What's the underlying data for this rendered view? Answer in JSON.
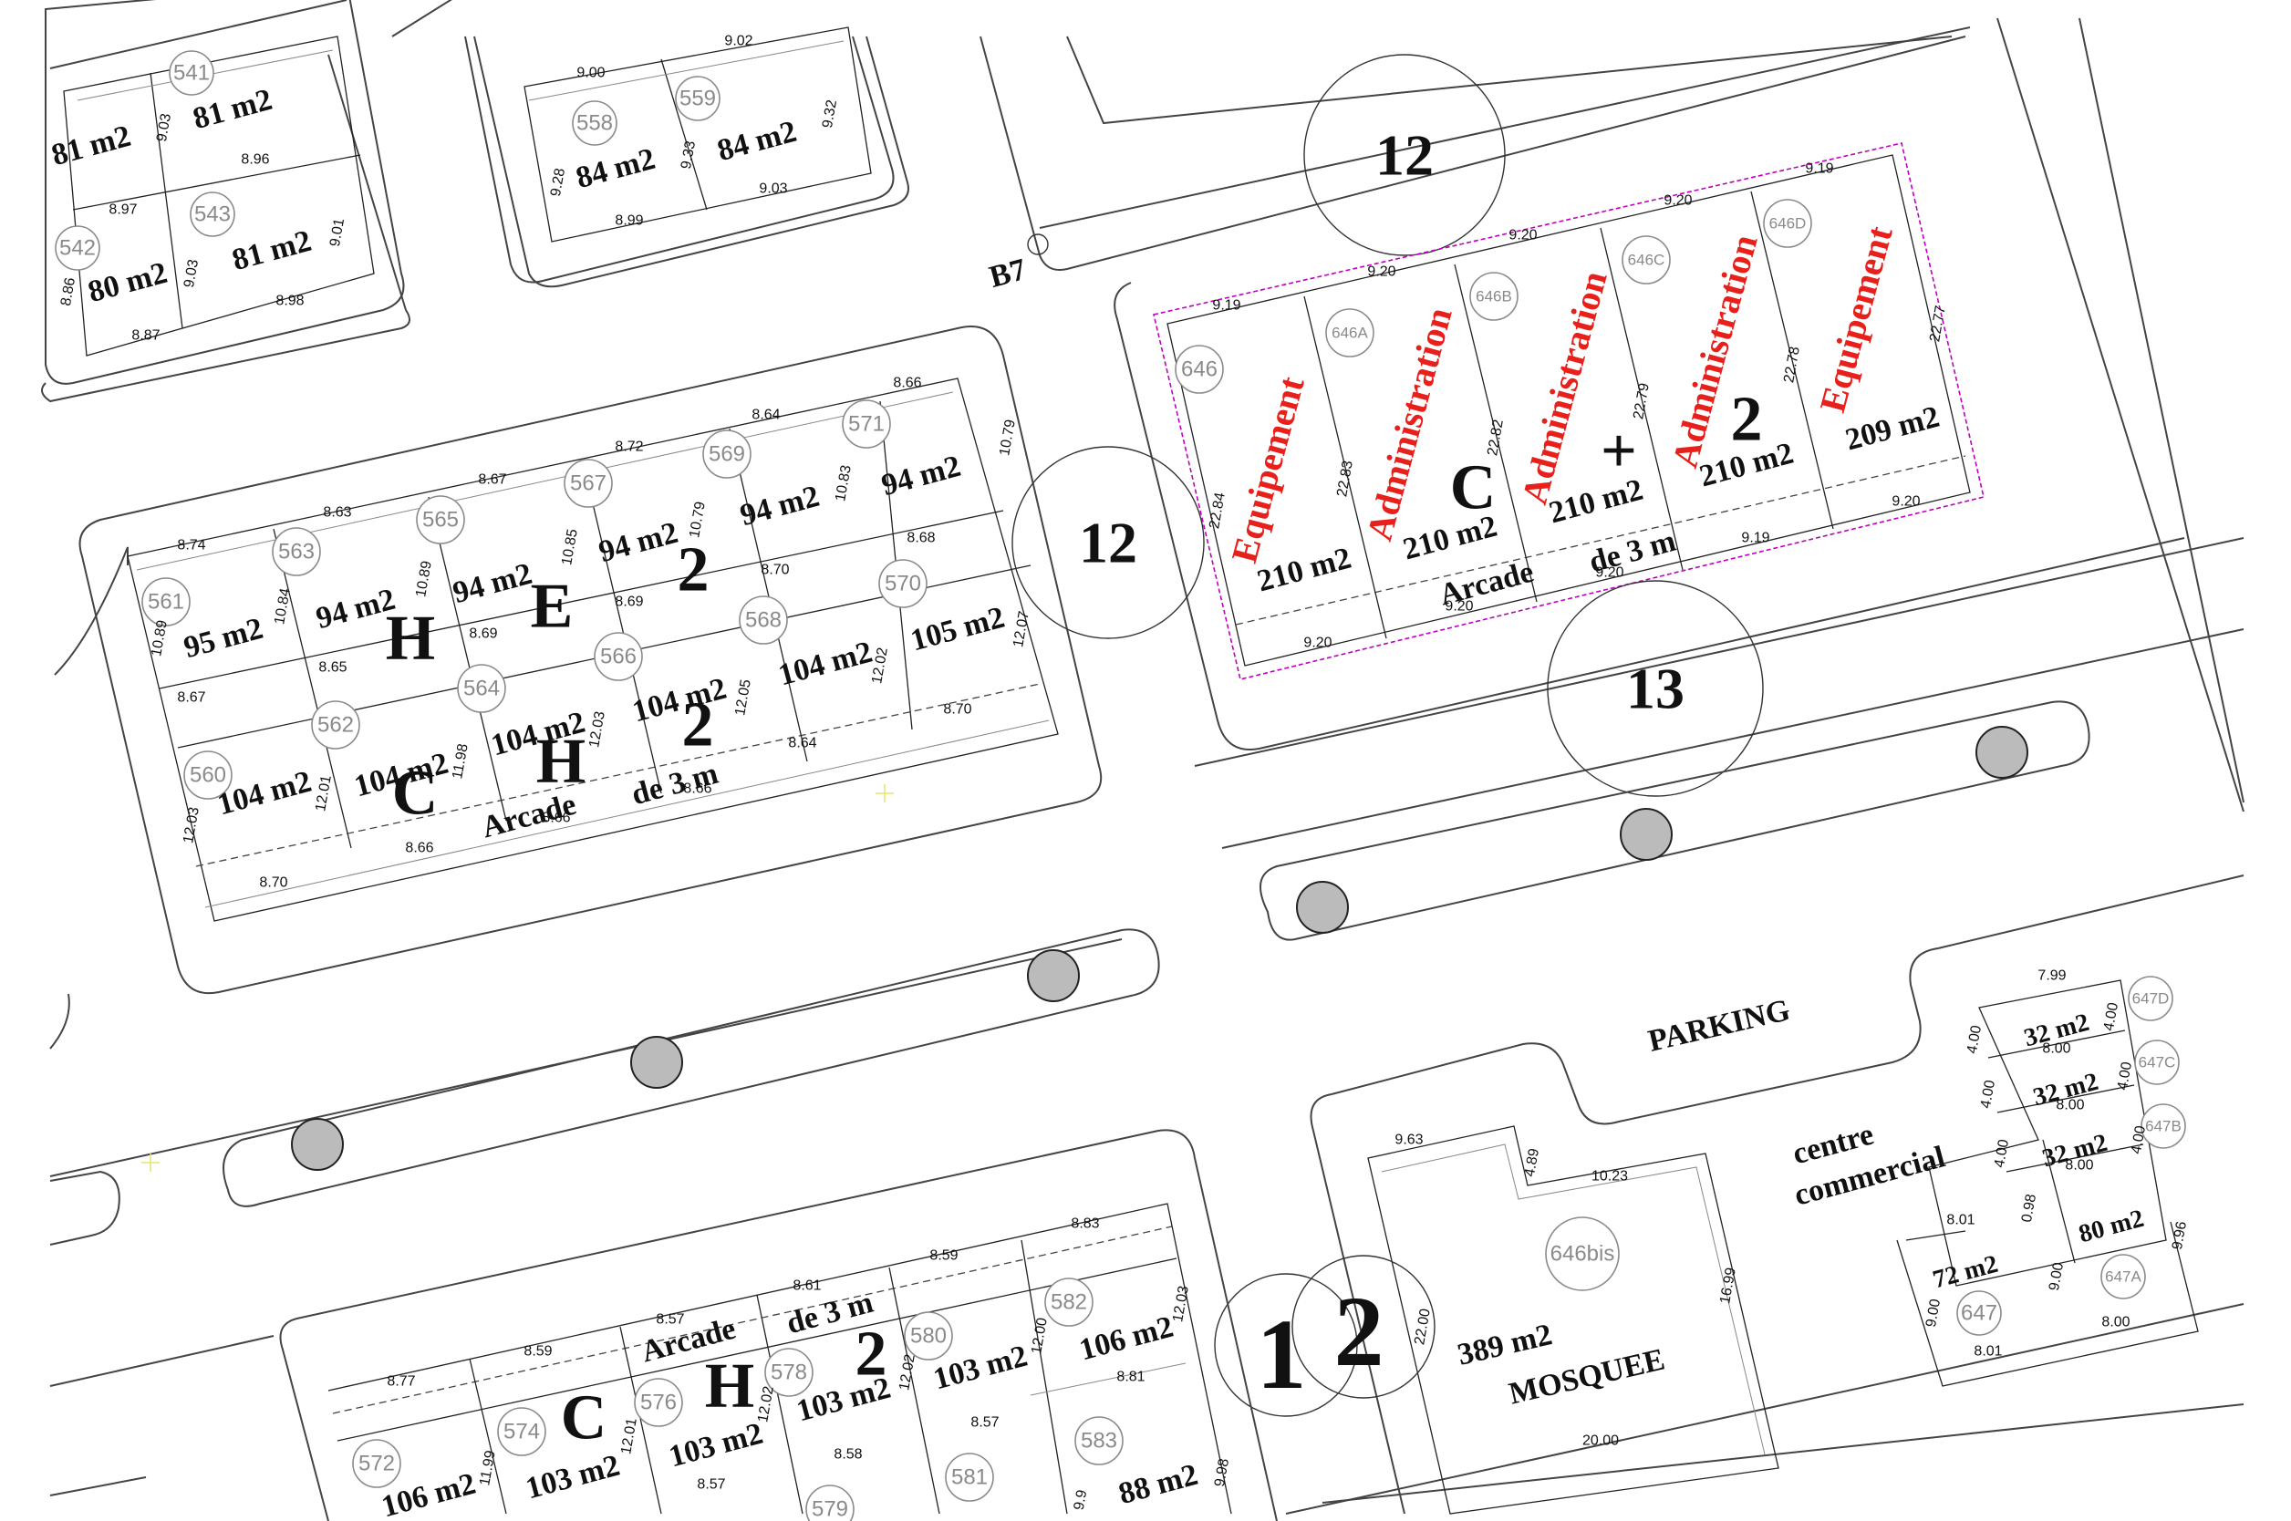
{
  "roads": {
    "r12_top": "12",
    "r12_mid": "12",
    "r13": "13",
    "r1": "1",
    "r2": "2",
    "b7": "B7"
  },
  "labels": {
    "parking": "PARKING",
    "mosquee": "MOSQUEE",
    "centre": "centre",
    "commercial": "commercial",
    "arcade_left": "Arcade",
    "de3m_left": "de 3 m",
    "arcade_right": "Arcade",
    "de3m_right": "de 3 m",
    "arcade_bottom": "Arcade",
    "de3m_bottom": "de 3 m"
  },
  "zoning": {
    "hec2_h1": "H",
    "hec2_e": "E",
    "hec2_2a": "2",
    "hec2_c": "C",
    "hec2_h2": "H",
    "hec2_2b": "2",
    "c2_c": "C",
    "c2_plus": "+",
    "c2_2": "2",
    "bot_c": "C",
    "bot_h": "H",
    "bot_2": "2"
  },
  "top_left_block": [
    {
      "id": "541",
      "area": "81 m2"
    },
    {
      "id": "",
      "area": "81 m2"
    },
    {
      "id": "542",
      "area": "80 m2"
    },
    {
      "id": "543",
      "area": "81 m2"
    }
  ],
  "top_left_dims": [
    "9.03",
    "8.96",
    "8.97",
    "9.03",
    "8.86",
    "8.98",
    "8.87",
    "9.01"
  ],
  "top_mid_block": [
    {
      "id": "558",
      "area": "84 m2"
    },
    {
      "id": "559",
      "area": "84 m2"
    }
  ],
  "top_mid_dims": [
    "9.00",
    "9.02",
    "9.28",
    "9.33",
    "9.32",
    "8.99",
    "9.03"
  ],
  "left_block_upper": [
    {
      "id": "561",
      "area": "95 m2"
    },
    {
      "id": "563",
      "area": "94 m2"
    },
    {
      "id": "565",
      "area": "94 m2"
    },
    {
      "id": "567",
      "area": "94 m2"
    },
    {
      "id": "569",
      "area": "94 m2"
    },
    {
      "id": "571",
      "area": "94 m2"
    }
  ],
  "left_block_lower": [
    {
      "id": "560",
      "area": "104 m2"
    },
    {
      "id": "562",
      "area": "104 m2"
    },
    {
      "id": "564",
      "area": "104 m2"
    },
    {
      "id": "566",
      "area": "104 m2"
    },
    {
      "id": "568",
      "area": "104 m2"
    },
    {
      "id": "570",
      "area": "105 m2"
    }
  ],
  "left_block_dims": [
    "8.74",
    "8.63",
    "8.67",
    "8.72",
    "8.64",
    "8.66",
    "10.79",
    "10.89",
    "10.84",
    "10.89",
    "10.85",
    "10.79",
    "10.83",
    "8.67",
    "8.65",
    "8.69",
    "8.69",
    "8.70",
    "8.68",
    "12.07",
    "12.03",
    "12.01",
    "11.98",
    "12.03",
    "12.05",
    "12.02",
    "8.70",
    "8.64",
    "8.66",
    "8.66",
    "8.66",
    "8.70"
  ],
  "admin_block": [
    {
      "id": "646",
      "use": "Equipement",
      "area": "210 m2"
    },
    {
      "id": "646A",
      "use": "Administration",
      "area": "210 m2"
    },
    {
      "id": "646B",
      "use": "Administration",
      "area": "210 m2"
    },
    {
      "id": "646C",
      "use": "Administration",
      "area": "210 m2"
    },
    {
      "id": "646D",
      "use": "Equipement",
      "area": "209 m2"
    }
  ],
  "admin_dims": [
    "9.19",
    "9.20",
    "9.20",
    "9.20",
    "9.19",
    "22.84",
    "22.83",
    "22.82",
    "22.79",
    "22.78",
    "22.77",
    "9.20",
    "9.20",
    "9.20",
    "9.19",
    "9.20"
  ],
  "mosque": {
    "id": "646bis",
    "area": "389 m2",
    "dims": [
      "9.63",
      "4.89",
      "10.23",
      "22.00",
      "16.99",
      "20.00"
    ]
  },
  "commercial": [
    {
      "id": "647D",
      "area": "32 m2"
    },
    {
      "id": "647C",
      "area": "32 m2"
    },
    {
      "id": "647B",
      "area": "32 m2"
    },
    {
      "id": "647A",
      "area": "80 m2"
    },
    {
      "id": "647",
      "area": "72 m2"
    }
  ],
  "commercial_dims": [
    "7.99",
    "4.00",
    "8.00",
    "4.00",
    "4.00",
    "8.00",
    "4.00",
    "4.00",
    "8.00",
    "4.00",
    "8.01",
    "0.98",
    "9.96",
    "9.00",
    "9.00",
    "8.01",
    "8.00"
  ],
  "bottom_block": [
    {
      "id": "572",
      "area": "106 m2"
    },
    {
      "id": "574",
      "area": "103 m2"
    },
    {
      "id": "576",
      "area": "103 m2"
    },
    {
      "id": "578",
      "area": "103 m2"
    },
    {
      "id": "580",
      "area": "103 m2"
    },
    {
      "id": "582",
      "area": "106 m2"
    },
    {
      "id": "579",
      "area": ""
    },
    {
      "id": "581",
      "area": ""
    },
    {
      "id": "583",
      "area": "88 m2"
    }
  ],
  "bottom_dims": [
    "8.77",
    "8.59",
    "8.57",
    "8.61",
    "8.59",
    "8.83",
    "11.99",
    "12.01",
    "12.02",
    "12.02",
    "12.00",
    "12.03",
    "8.81",
    "8.57",
    "8.58",
    "8.57",
    "9.98",
    "9.9"
  ]
}
